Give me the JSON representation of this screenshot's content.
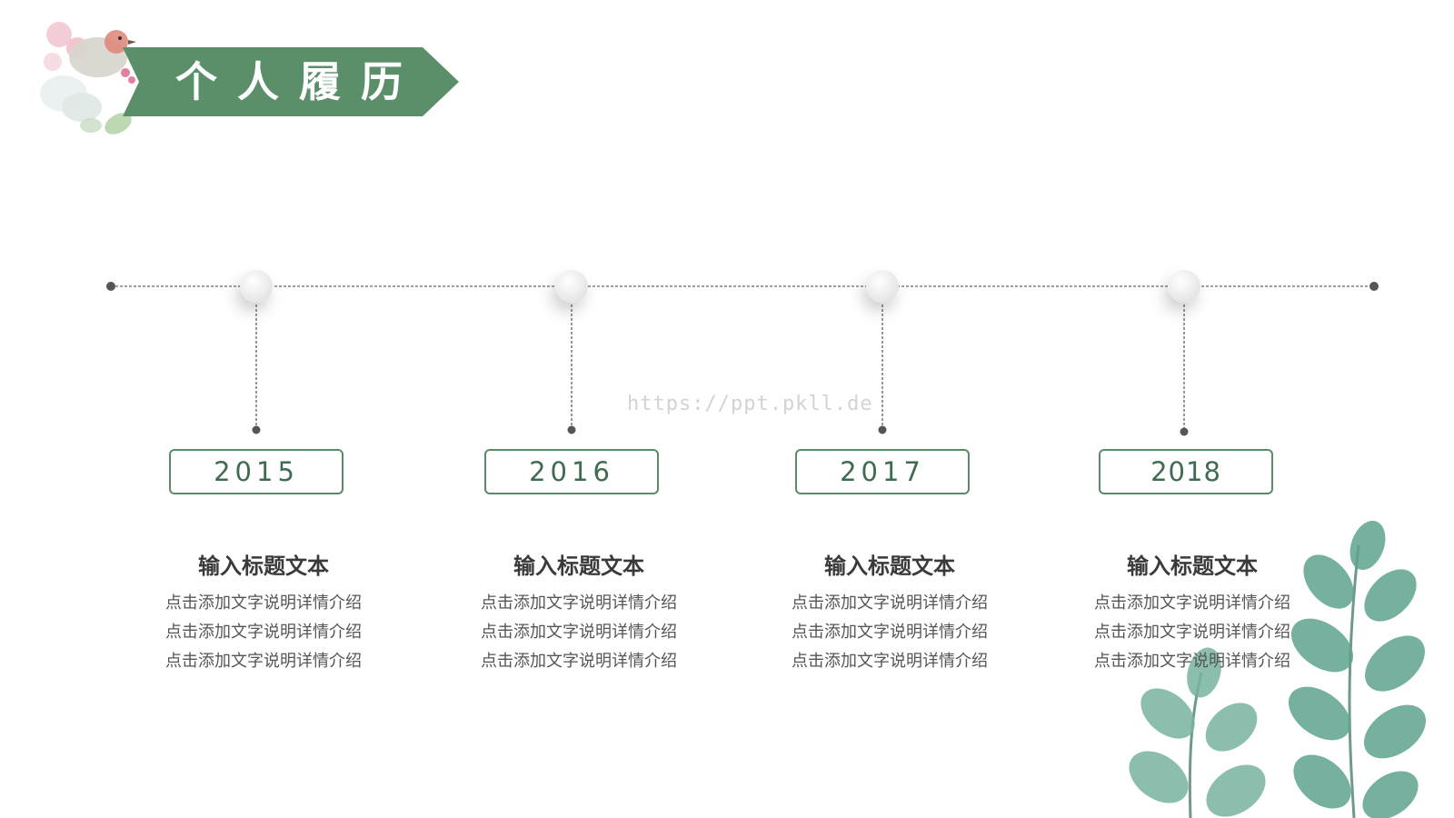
{
  "title": "个人履历",
  "watermark": "https://ppt.pkll.de",
  "colors": {
    "accent": "#5a8a6c",
    "title_banner": "#5a8f6a",
    "line": "#555555"
  },
  "items": [
    {
      "year": "2015",
      "heading": "输入标题文本",
      "desc": "点击添加文字说明详情介绍点击添加文字说明详情介绍点击添加文字说明详情介绍"
    },
    {
      "year": "2016",
      "heading": "输入标题文本",
      "desc": "点击添加文字说明详情介绍点击添加文字说明详情介绍点击添加文字说明详情介绍"
    },
    {
      "year": "2017",
      "heading": "输入标题文本",
      "desc": "点击添加文字说明详情介绍点击添加文字说明详情介绍点击添加文字说明详情介绍"
    },
    {
      "year": "2018",
      "heading": "输入标题文本",
      "desc": "点击添加文字说明详情介绍点击添加文字说明详情介绍点击添加文字说明详情介绍"
    }
  ]
}
